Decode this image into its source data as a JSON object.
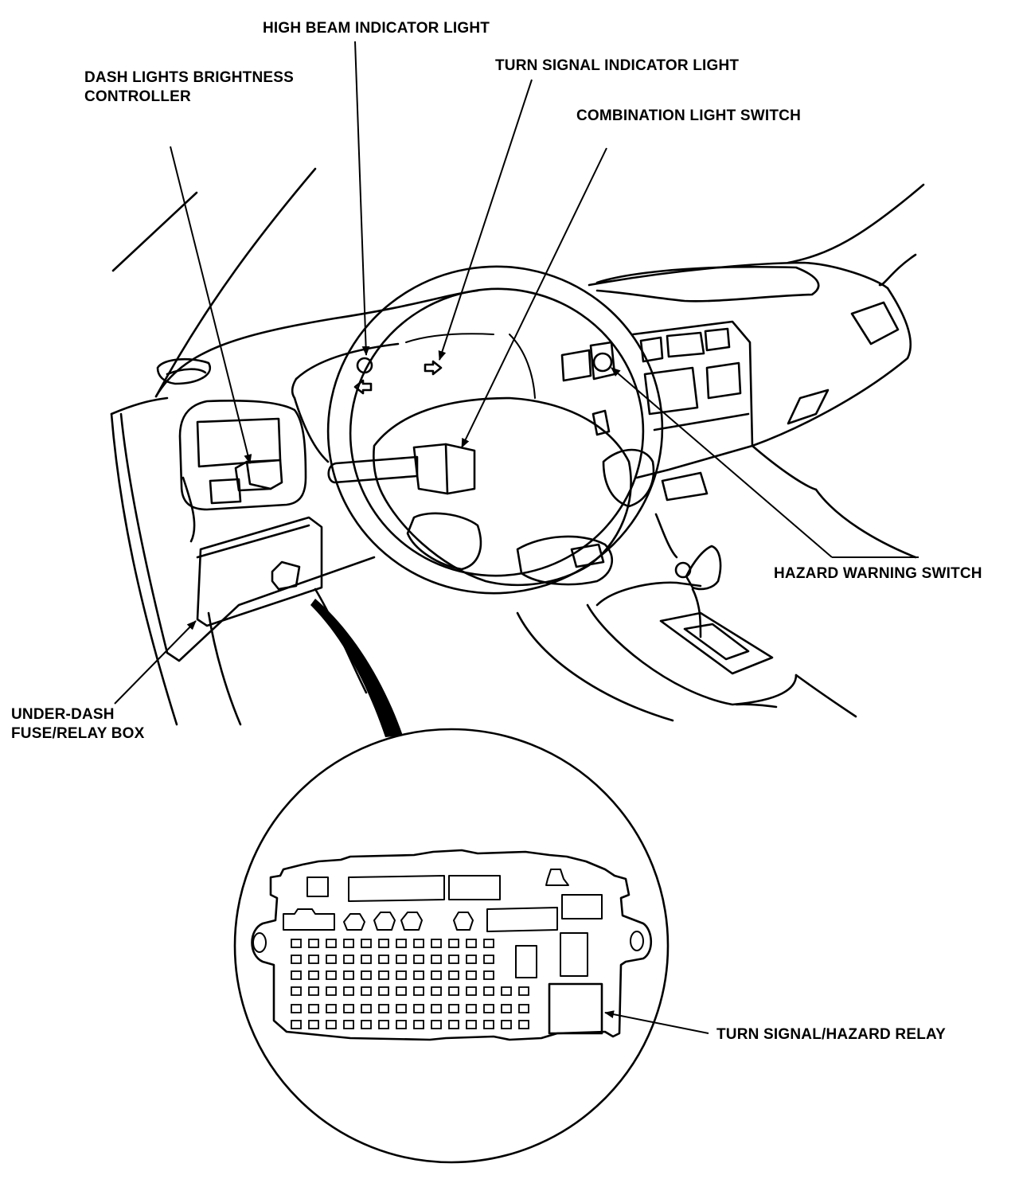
{
  "labels": {
    "high_beam": "HIGH BEAM INDICATOR LIGHT",
    "dash_brightness_1": "DASH LIGHTS BRIGHTNESS",
    "dash_brightness_2": "CONTROLLER",
    "turn_signal_indicator": "TURN SIGNAL INDICATOR LIGHT",
    "combination_switch": "COMBINATION LIGHT SWITCH",
    "hazard_switch": "HAZARD WARNING SWITCH",
    "fuse_box_1": "UNDER-DASH",
    "fuse_box_2": "FUSE/RELAY BOX",
    "relay": "TURN SIGNAL/HAZARD RELAY"
  },
  "colors": {
    "ink": "#000000",
    "paper": "#ffffff"
  }
}
